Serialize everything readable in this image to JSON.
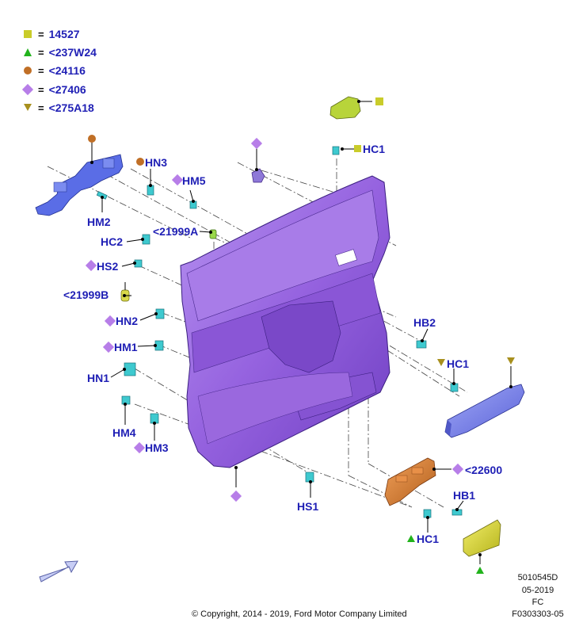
{
  "legend": [
    {
      "symbol": "square",
      "color": "#c9cc2a",
      "text": "14527"
    },
    {
      "symbol": "triangle-up",
      "color": "#22b31c",
      "text": "<237W24"
    },
    {
      "symbol": "circle",
      "color": "#c06f26",
      "text": "<24116"
    },
    {
      "symbol": "diamond",
      "color": "#b77ee8",
      "text": "<27406"
    },
    {
      "symbol": "triangle-down",
      "color": "#a8901e",
      "text": "<275A18"
    }
  ],
  "callouts": {
    "hn3": "HN3",
    "hm5": "HM5",
    "hc1_top": "HC1",
    "hm2": "HM2",
    "r21999a": "<21999A",
    "hc2": "HC2",
    "hs2": "HS2",
    "r21999b": "<21999B",
    "hn2": "HN2",
    "hb2": "HB2",
    "hm1": "HM1",
    "hc1_right": "HC1",
    "hn1": "HN1",
    "hm4": "HM4",
    "hm3": "HM3",
    "r22600": "<22600",
    "hs1": "HS1",
    "hb1": "HB1",
    "hc1_bottom": "HC1"
  },
  "footer": {
    "copyright": "© Copyright, 2014 - 2019, Ford Motor Company Limited",
    "code1": "5010545D",
    "code2": "05-2019",
    "code3": "FC",
    "code4": "F0303303-05"
  },
  "colors": {
    "label": "#1f1fb5",
    "panel": "#9b6ae0",
    "bracket": "#5a6de6",
    "clip": "#3ec9cf",
    "handle": "#d07a2e",
    "pad": "#d4d23c",
    "armrest": "#7e86ee"
  }
}
